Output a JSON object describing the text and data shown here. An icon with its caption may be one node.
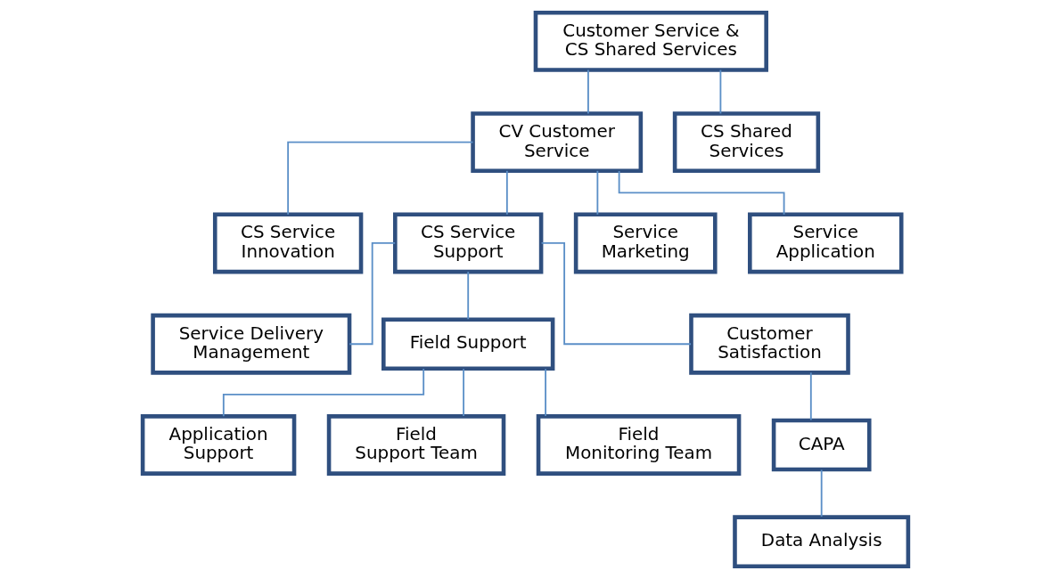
{
  "diagram": {
    "nodes": [
      {
        "text": [
          "Customer Service & CS Shared Services"
        ]
      },
      {
        "text": [
          "CV Customer Service"
        ]
      },
      {
        "text": [
          "CS Shared Services"
        ]
      },
      {
        "text": [
          "CS Service Innovation"
        ]
      },
      {
        "text": [
          "CS Service Support"
        ]
      },
      {
        "text": [
          "Service Marketing"
        ]
      },
      {
        "text": [
          "Service Application"
        ]
      },
      {
        "text": [
          "Service Delivery Management"
        ]
      },
      {
        "text": [
          "Field Support"
        ]
      },
      {
        "text": [
          "Customer Satisfaction"
        ]
      },
      {
        "text": [
          "Application Support"
        ]
      },
      {
        "text": [
          "Field Support Team"
        ]
      },
      {
        "text": [
          "Field Monitoring Team"
        ]
      },
      {
        "text": [
          "CAPA"
        ]
      },
      {
        "text": [
          "Data Analysis"
        ]
      }
    ],
    "edges": [
      {
        "from": 0,
        "to": 1,
        "arrow": "none"
      },
      {
        "from": 0,
        "to": 2,
        "arrow": "none"
      },
      {
        "from": 1,
        "to": 3,
        "arrow": "none"
      },
      {
        "from": 1,
        "to": 4,
        "arrow": "none"
      },
      {
        "from": 1,
        "to": 5,
        "arrow": "none"
      },
      {
        "from": 1,
        "to": 6,
        "arrow": "none"
      },
      {
        "from": 4,
        "to": 7,
        "arrow": "none"
      },
      {
        "from": 4,
        "to": 8,
        "arrow": "none"
      },
      {
        "from": 4,
        "to": 9,
        "arrow": "none"
      },
      {
        "from": 8,
        "to": 10,
        "arrow": "none"
      },
      {
        "from": 8,
        "to": 11,
        "arrow": "none"
      },
      {
        "from": 8,
        "to": 12,
        "arrow": "none"
      },
      {
        "from": 9,
        "to": 13,
        "arrow": "none"
      },
      {
        "from": 13,
        "to": 14,
        "arrow": "none"
      }
    ]
  }
}
